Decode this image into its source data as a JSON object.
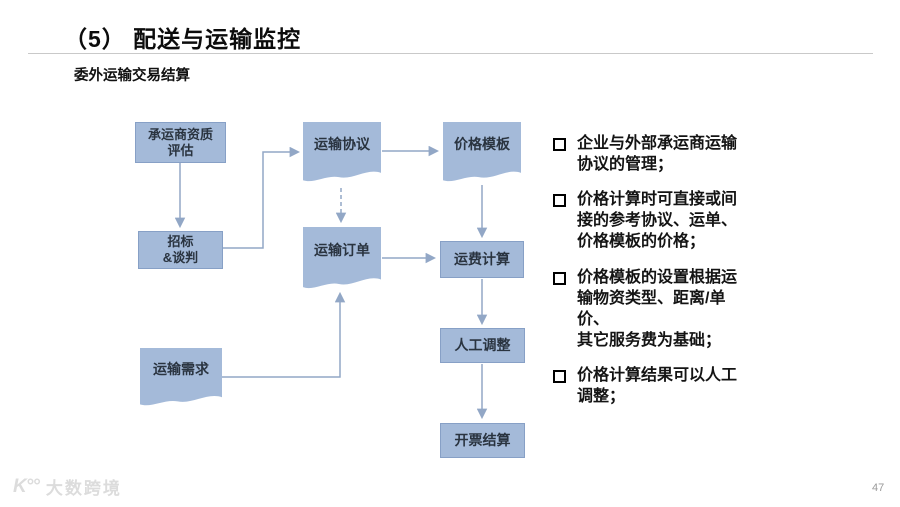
{
  "slide": {
    "title": "（5） 配送与运输监控",
    "subtitle": "委外运输交易结算",
    "page_number": "47",
    "watermark": {
      "mark": "K°°",
      "text": "大数跨境"
    }
  },
  "colors": {
    "node_fill": "#a4bad9",
    "node_border": "#87a0c6",
    "connector": "#92a7c6",
    "text_dark": "#141414"
  },
  "flowchart": {
    "nodes": {
      "carrier_qualification": {
        "label": "承运商资质\n评估",
        "shape": "rect"
      },
      "transport_agreement": {
        "label": "运输协议",
        "shape": "document"
      },
      "price_template": {
        "label": "价格模板",
        "shape": "document"
      },
      "bidding": {
        "label": "招标\n&谈判",
        "shape": "rect"
      },
      "transport_order": {
        "label": "运输订单",
        "shape": "document"
      },
      "freight_calculation": {
        "label": "运费计算",
        "shape": "rect"
      },
      "transport_demand": {
        "label": "运输需求",
        "shape": "document"
      },
      "manual_adjustment": {
        "label": "人工调整",
        "shape": "rect"
      },
      "invoice_settlement": {
        "label": "开票结算",
        "shape": "rect"
      }
    },
    "connections": [
      "承运商资质评估 → 招标&谈判",
      "招标&谈判 → 运输协议",
      "运输协议 → 价格模板",
      "运输协议 ⇢ 运输订单 (dashed)",
      "运输订单 → 运费计算",
      "价格模板 → 运费计算",
      "运费计算 → 人工调整",
      "人工调整 → 开票结算",
      "运输需求 → 运输订单"
    ]
  },
  "bullets": [
    "企业与外部承运商运输\n协议的管理；",
    "价格计算时可直接或间\n接的参考协议、运单、\n价格模板的价格；",
    "价格模板的设置根据运\n输物资类型、距离/单价、\n其它服务费为基础；",
    "价格计算结果可以人工\n调整；"
  ]
}
